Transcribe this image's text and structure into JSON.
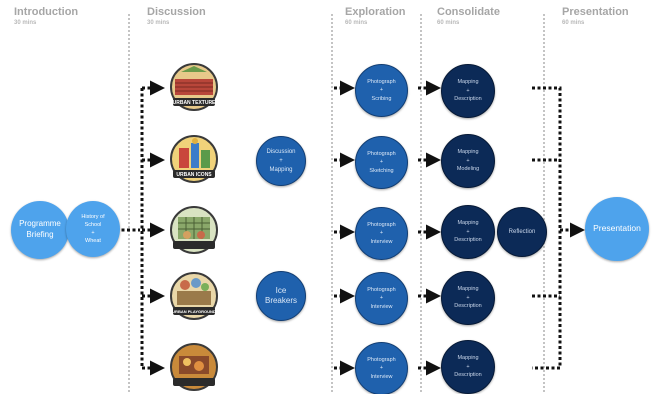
{
  "phases": [
    {
      "title": "Introduction",
      "duration": "30 mins"
    },
    {
      "title": "Discussion",
      "duration": "30 mins"
    },
    {
      "title": "Exploration",
      "duration": "60 mins"
    },
    {
      "title": "Consolidate",
      "duration": "60 mins"
    },
    {
      "title": "Presentation",
      "duration": "60 mins"
    }
  ],
  "intro": {
    "programme": [
      "Programme",
      "Briefing"
    ],
    "history": [
      "History of",
      "School",
      "+",
      "Wheat"
    ]
  },
  "badges": [
    {
      "label": "URBAN TEXTURE",
      "icon": "urban-texture-badge-icon"
    },
    {
      "label": "URBAN ICONS",
      "icon": "urban-icons-badge-icon"
    },
    {
      "label": "",
      "icon": "urban-living-badge-icon"
    },
    {
      "label": "URBAN PLAYGROUND",
      "icon": "urban-playground-badge-icon"
    },
    {
      "label": "",
      "icon": "urban-food-badge-icon"
    }
  ],
  "discussion_nodes": {
    "discussion": [
      "Discussion",
      "+",
      "Mapping"
    ],
    "icebreakers": [
      "Ice",
      "Breakers"
    ]
  },
  "exploration_nodes": [
    [
      "Photograph",
      "+",
      "Scribing"
    ],
    [
      "Photograph",
      "+",
      "Sketching"
    ],
    [
      "Photograph",
      "+",
      "Interview"
    ],
    [
      "Photograph",
      "+",
      "Interview"
    ],
    [
      "Photograph",
      "+",
      "Interview"
    ]
  ],
  "consolidate_nodes": [
    [
      "Mapping",
      "+",
      "Description"
    ],
    [
      "Mapping",
      "+",
      "Modeling"
    ],
    [
      "Mapping",
      "+",
      "Description"
    ],
    [
      "Mapping",
      "+",
      "Description"
    ],
    [
      "Mapping",
      "+",
      "Description"
    ]
  ],
  "reflection": "Reflection",
  "presentation": "Presentation",
  "colors": {
    "light_node": "#4ea3ec",
    "mid_node": "#1f61ad",
    "dark_node": "#0c2a57",
    "arrow": "#111111",
    "phase_text": "#a6a6a6",
    "divider": "#c4c4c4"
  }
}
